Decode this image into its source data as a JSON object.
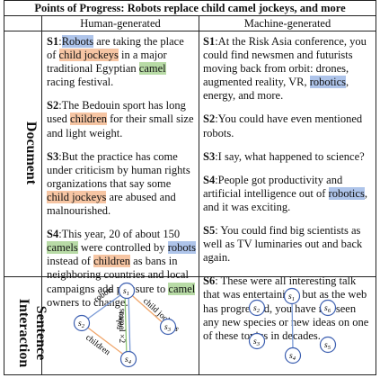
{
  "title": "Points of Progress: Robots replace child camel jockeys, and more",
  "columns": {
    "left": "Human-generated",
    "right": "Machine-generated"
  },
  "row_labels": {
    "document": "Document",
    "interaction": "Sentence Interaction"
  },
  "colors": {
    "robots": "#aec4ea",
    "child_jockeys": "#f6c5a3",
    "camel": "#b8dba6",
    "node_stroke": "#3b5eb0"
  },
  "human": {
    "s1": {
      "id": "S1",
      "sep": ":",
      "robots": "Robots",
      "t1": " are taking the place of ",
      "child_jockeys": "child jockeys",
      "t2": " in a major traditional Egyptian ",
      "camel": "camel",
      "t3": " racing festival."
    },
    "s2": {
      "id": "S2",
      "t1": ":The Bedouin sport has long used ",
      "children": "children",
      "t2": " for their small size and light weight."
    },
    "s3": {
      "id": "S3",
      "t1": ":But the practice has come under criticism by human rights organizations that say some ",
      "child_jockeys": "child jockeys",
      "t2": " are abused and malnourished."
    },
    "s4": {
      "id": "S4",
      "t1": ":This year, 20 of about 150 ",
      "camels": "camels",
      "t2": " were controlled by ",
      "robots": "robots",
      "t3": " instead of ",
      "children": "children",
      "t4": " as bans in neighboring countries and local campaigns add pressure to ",
      "camel": "camel",
      "t5": " owners to change."
    }
  },
  "machine": {
    "s1": {
      "id": "S1",
      "t1": ":At the Risk Asia conference, you could find newsmen and futurists moving back from orbit: drones, augmented reality, VR, ",
      "robotics": "robotics",
      "t2": ", energy, and more."
    },
    "s2": {
      "id": "S2",
      "t1": ":You could have even mentioned robots."
    },
    "s3": {
      "id": "S3",
      "t1": ":I say, what happened to science?"
    },
    "s4": {
      "id": "S4",
      "t1": ":People got productivity and artificial intelligence out of ",
      "robotics": "robotics",
      "t2": ", and it was exciting."
    },
    "s5": {
      "id": "S5",
      "t1": ": You could find big scientists as well as TV luminaries out and back again."
    },
    "s6": {
      "id": "S6",
      "t1": ": These were all interesting talk that was entertaining, but as the web has progressed, you have not seen any new species or new ideas on one of these topics in decades."
    }
  },
  "graph_human": {
    "nodes": [
      "s1",
      "s2",
      "s3",
      "s4"
    ],
    "edge_labels": {
      "s1_s2": "robots",
      "s1_s3": "child jockeys",
      "s1_s4_a": "camel ×2",
      "s1_s4_b": "robots",
      "s2_s4": "children"
    }
  },
  "graph_machine": {
    "nodes": [
      "s1",
      "s2",
      "s3",
      "s4",
      "s5",
      "s6"
    ],
    "edges": [
      "s1-s4"
    ]
  }
}
